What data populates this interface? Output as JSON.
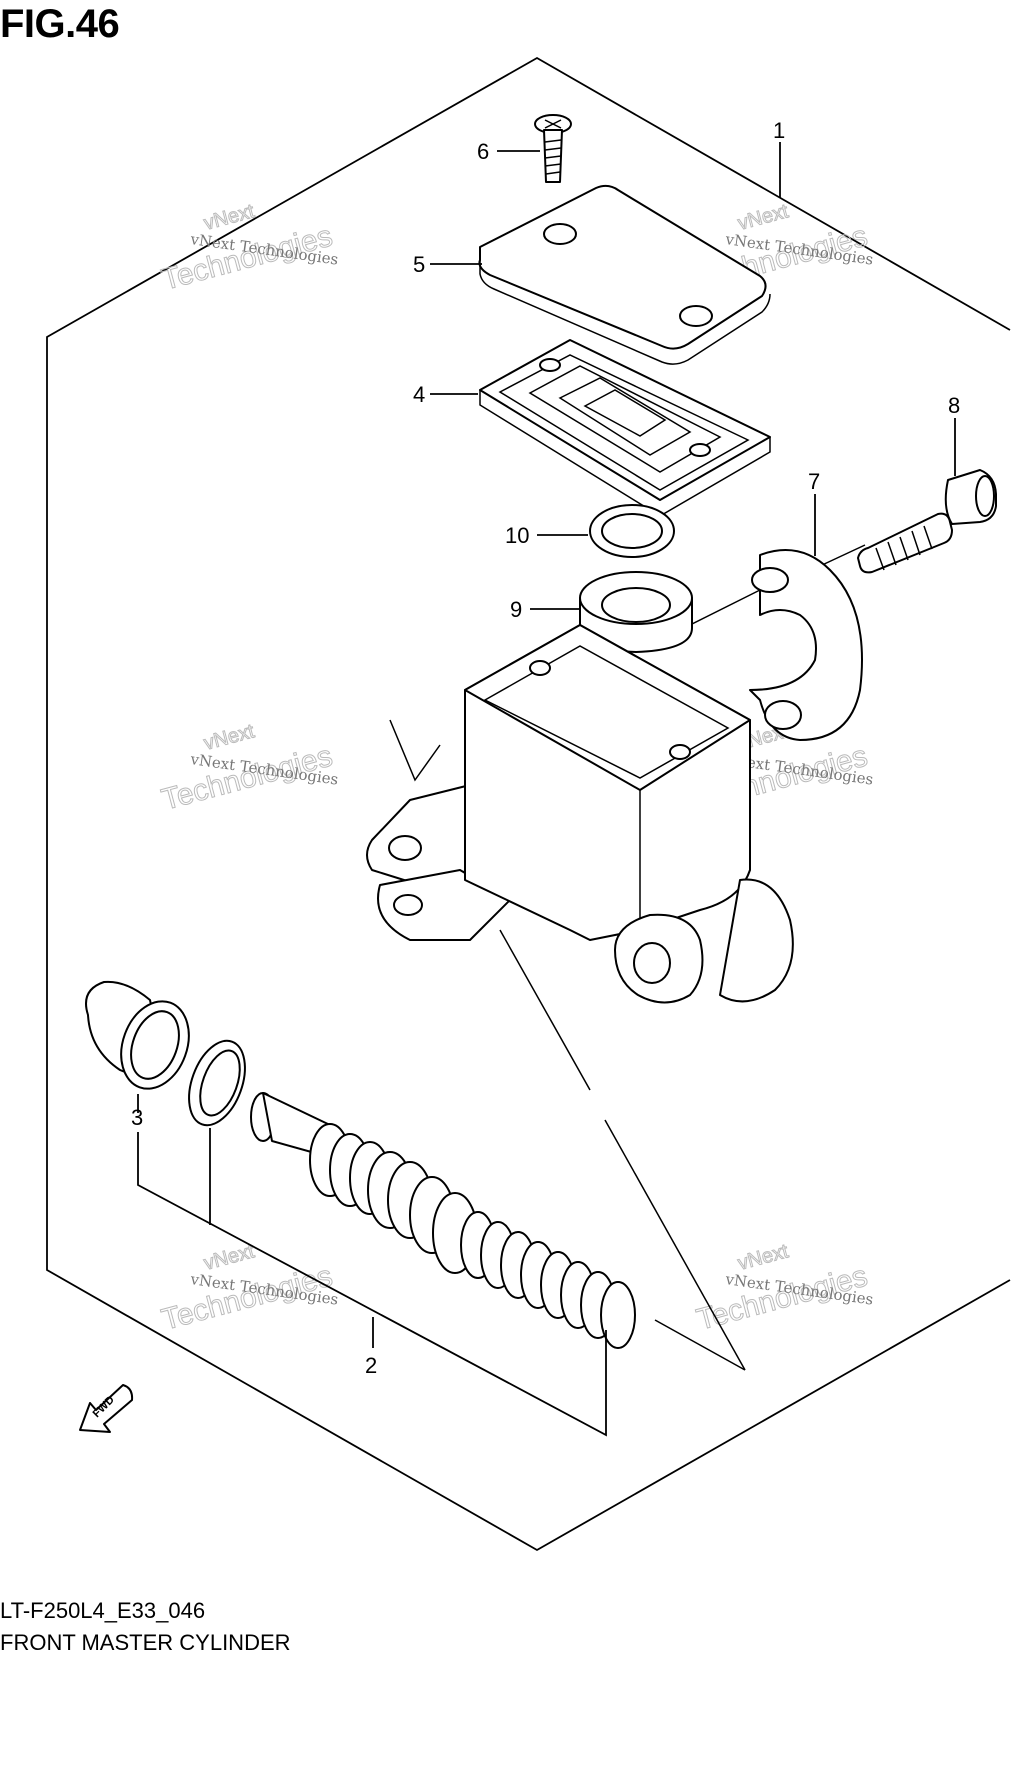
{
  "figure": {
    "title": "FIG.46",
    "code": "LT-F250L4_E33_046",
    "name": "FRONT MASTER CYLINDER"
  },
  "callouts": [
    "1",
    "2",
    "3",
    "4",
    "5",
    "6",
    "7",
    "8",
    "9",
    "10"
  ],
  "watermark": {
    "line1": "vNext Technologies",
    "line2": "Technologies",
    "line3": "vNext"
  },
  "fwd_label": "FWD"
}
